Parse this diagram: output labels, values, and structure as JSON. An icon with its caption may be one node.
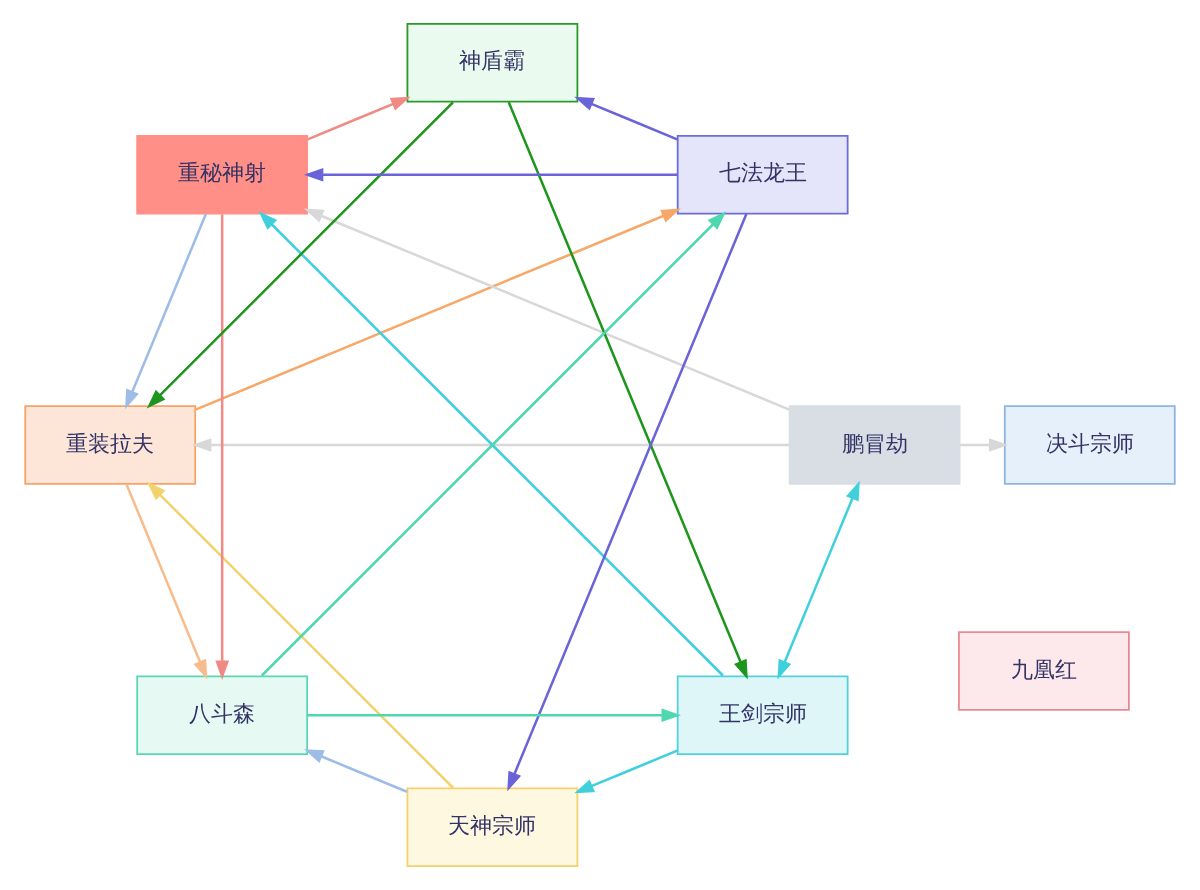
{
  "diagram": {
    "nodes": [
      {
        "text": [
          "重装拉夫"
        ]
      },
      {
        "text": [
          "九凰红"
        ]
      },
      {
        "text": [
          "天神宗师"
        ]
      },
      {
        "text": [
          "鹏冒劫"
        ]
      },
      {
        "text": [
          "重秘神射"
        ]
      },
      {
        "text": [
          "王剑宗师"
        ]
      },
      {
        "text": [
          "决斗宗师"
        ]
      },
      {
        "text": [
          "神盾霸"
        ]
      },
      {
        "text": [
          "七法龙王"
        ]
      },
      {
        "text": [
          "八斗森"
        ]
      }
    ],
    "edges": [
      {
        "from": 0,
        "to": 8,
        "arrow": "to",
        "color": "#f7a868"
      },
      {
        "from": 0,
        "to": 9,
        "arrow": "to",
        "color": "#f8bc8c"
      },
      {
        "from": 2,
        "to": 0,
        "arrow": "to",
        "color": "#f2d36b"
      },
      {
        "from": 4,
        "to": 0,
        "arrow": "to",
        "color": "#9dbde8"
      },
      {
        "from": 3,
        "to": 0,
        "arrow": "to",
        "color": "#d8d8d8"
      },
      {
        "from": 3,
        "to": 4,
        "arrow": "to",
        "color": "#d8d8d8"
      },
      {
        "from": 3,
        "to": 6,
        "arrow": "to",
        "color": "#d8d8d8"
      },
      {
        "from": 5,
        "to": 2,
        "arrow": "to",
        "color": "#3fd0dc"
      },
      {
        "from": 5,
        "to": 4,
        "arrow": "to",
        "color": "#3fd0dc"
      },
      {
        "from": 5,
        "to": 3,
        "arrow": "both",
        "color": "#3fd0dc"
      },
      {
        "from": 4,
        "to": 7,
        "arrow": "to",
        "color": "#f08a84"
      },
      {
        "from": 4,
        "to": 9,
        "arrow": "to",
        "color": "#f08a84"
      },
      {
        "from": 2,
        "to": 9,
        "arrow": "to",
        "color": "#9dbde8"
      },
      {
        "from": 8,
        "to": 4,
        "arrow": "to",
        "color": "#6a64d8"
      },
      {
        "from": 8,
        "to": 2,
        "arrow": "to",
        "color": "#6a64d8"
      },
      {
        "from": 8,
        "to": 7,
        "arrow": "to",
        "color": "#6a64d8"
      },
      {
        "from": 7,
        "to": 0,
        "arrow": "to",
        "color": "#1e961e"
      },
      {
        "from": 7,
        "to": 5,
        "arrow": "to",
        "color": "#1e961e"
      },
      {
        "from": 9,
        "to": 5,
        "arrow": "to",
        "color": "#4fd8b0"
      },
      {
        "from": 9,
        "to": 8,
        "arrow": "to",
        "color": "#4fd8b0"
      }
    ]
  }
}
